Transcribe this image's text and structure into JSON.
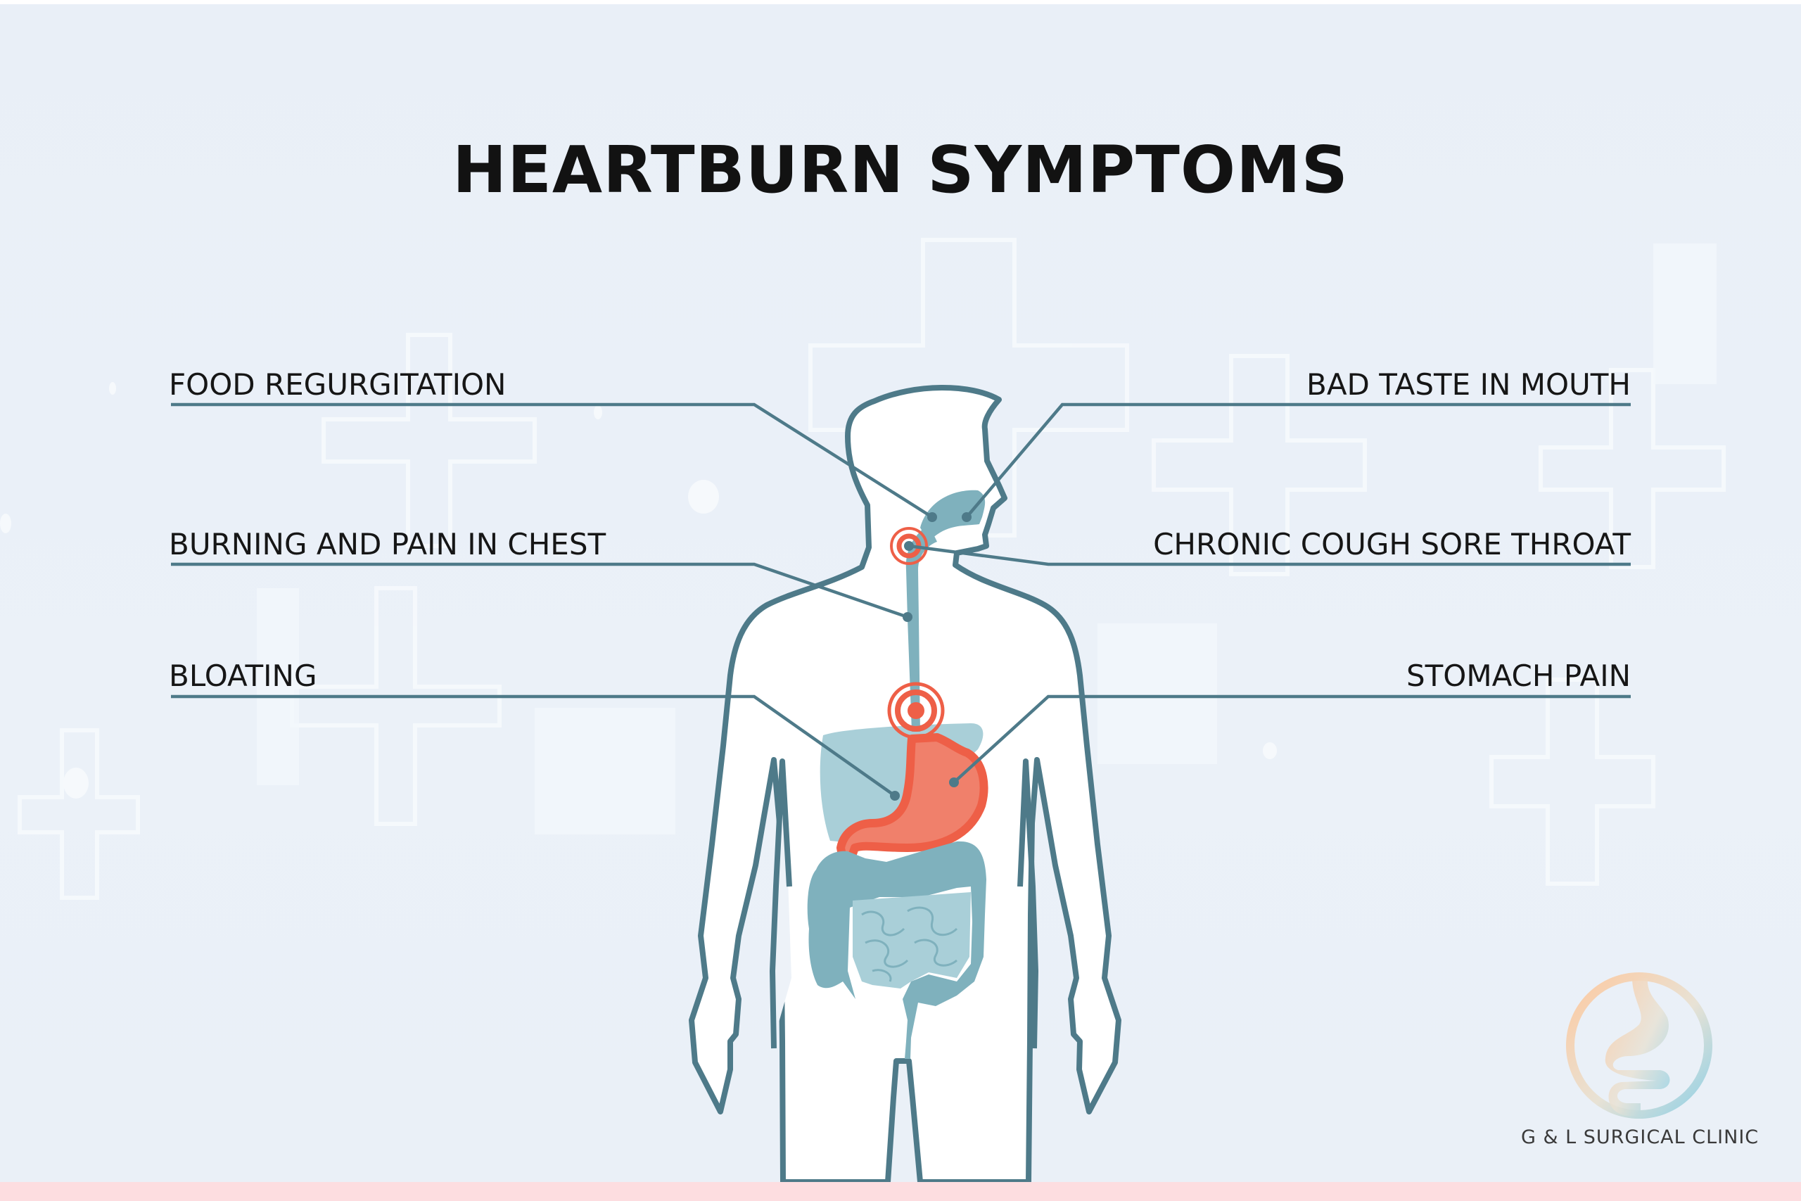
{
  "title": "HEARTBURN SYMPTOMS",
  "symptoms": {
    "left": [
      {
        "label": "FOOD REGURGITATION",
        "target": "throat-back"
      },
      {
        "label": "BURNING AND PAIN IN CHEST",
        "target": "esophagus"
      },
      {
        "label": "BLOATING",
        "target": "lower-stomach"
      }
    ],
    "right": [
      {
        "label": "BAD TASTE IN MOUTH",
        "target": "mouth"
      },
      {
        "label": "CHRONIC COUGH SORE THROAT",
        "target": "throat"
      },
      {
        "label": "STOMACH PAIN",
        "target": "stomach"
      }
    ]
  },
  "brand": {
    "name": "G & L SURGICAL CLINIC"
  },
  "colors": {
    "outline": "#4e7a89",
    "organ": "#7fb1bd",
    "organ_light": "#a9cfd8",
    "stomach": "#f0806b",
    "stomach_border": "#ee5f47",
    "pain_marker": "#ee5f47",
    "background": "#eaf0f7",
    "bottom_strip": "#fddde0",
    "title_text": "#121212"
  }
}
